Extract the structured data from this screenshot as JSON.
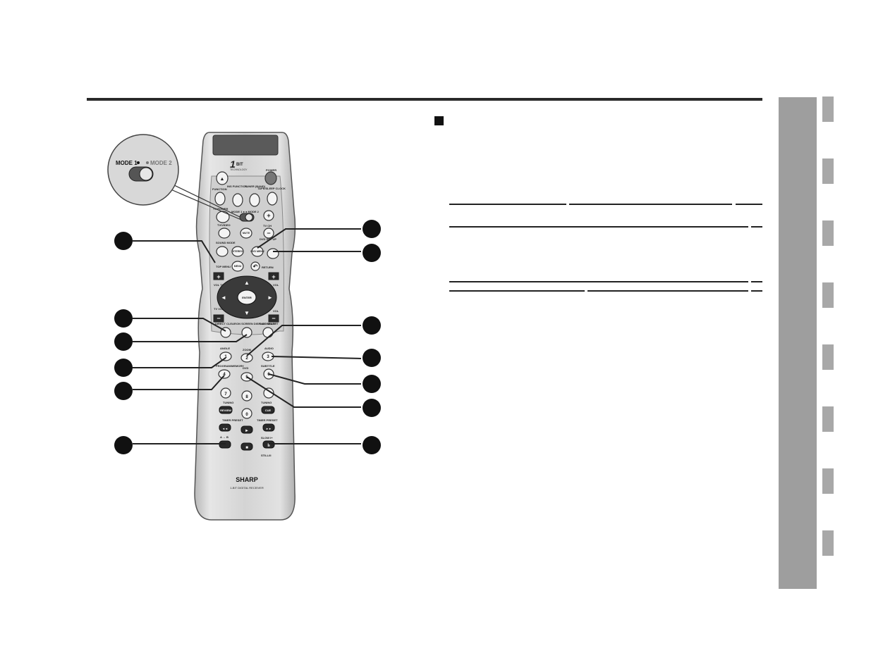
{
  "remote": {
    "brand": "SHARP",
    "model_caption": "1-BIT DIGITAL RECEIVER",
    "bit_logo_number": "1",
    "bit_logo_text": "BIT",
    "bit_logo_sub": "TECHNOLOGY",
    "callout": {
      "mode1": "MODE 1",
      "mode2": "MODE 2"
    },
    "labels": {
      "power": "POWER",
      "function": "FUNCTION",
      "ins_function": "INS FUNCTION",
      "tuner_band": "TUNER (BAND)",
      "tape": "TAPE/SLEEP CLOCK",
      "tv_power": "TV POWER",
      "mode_switch": "MODE 1 ● ● MODE 2",
      "tv_video": "TV/VIDEO",
      "mute": "MUTE",
      "tv_ch": "TV CH",
      "sound_mode": "SOUND MODE",
      "stereo": "STEREO",
      "dvd_menu": "DVD MENU",
      "dvd_setup": "DVD SET UP",
      "top_menu": "TOP MENU",
      "menu": "MENU",
      "return": "RETURN",
      "vol_tv": "VOL TV",
      "vol": "VOL",
      "tv_vol": "TV VOL",
      "enter": "ENTER",
      "direct_clear": "DIRECT CLEAR",
      "on_screen": "ON SCREEN DISPLAY/SHARP",
      "disc_select": "DISC SELECT",
      "angle": "ANGLE",
      "zoom": "ZOOM",
      "audio": "AUDIO",
      "program": "PROGRAM/MEMORY",
      "dvd": "DVD",
      "subtitle": "SUBTITLE",
      "tuning": "TUNING",
      "rewind": "REVIEW",
      "cue": "CUE",
      "timer_preset": "TIMER PRESET",
      "ab": "A ↔ B",
      "slow": "SLOW I+",
      "still": "STILL/II"
    },
    "keys": {
      "k1": "1",
      "k2": "2",
      "k3": "3",
      "k4": "4",
      "k5": "5",
      "k6": "6",
      "k7": "7",
      "k8": "8",
      "k0": "0",
      "plus": "+",
      "minus": "−",
      "up": "▲",
      "down": "▼",
      "left": "◄",
      "right": "►",
      "play": "►",
      "stop": "■",
      "prev": "◄◄",
      "next": "►►",
      "pause": "II",
      "eject": "▲",
      "ret": "↶"
    }
  },
  "colors": {
    "rule": "#2a2a2a",
    "side_panel": "#9e9e9e",
    "remote_body": "#d4d4d4",
    "callout_dot": "#1a1a1a"
  }
}
